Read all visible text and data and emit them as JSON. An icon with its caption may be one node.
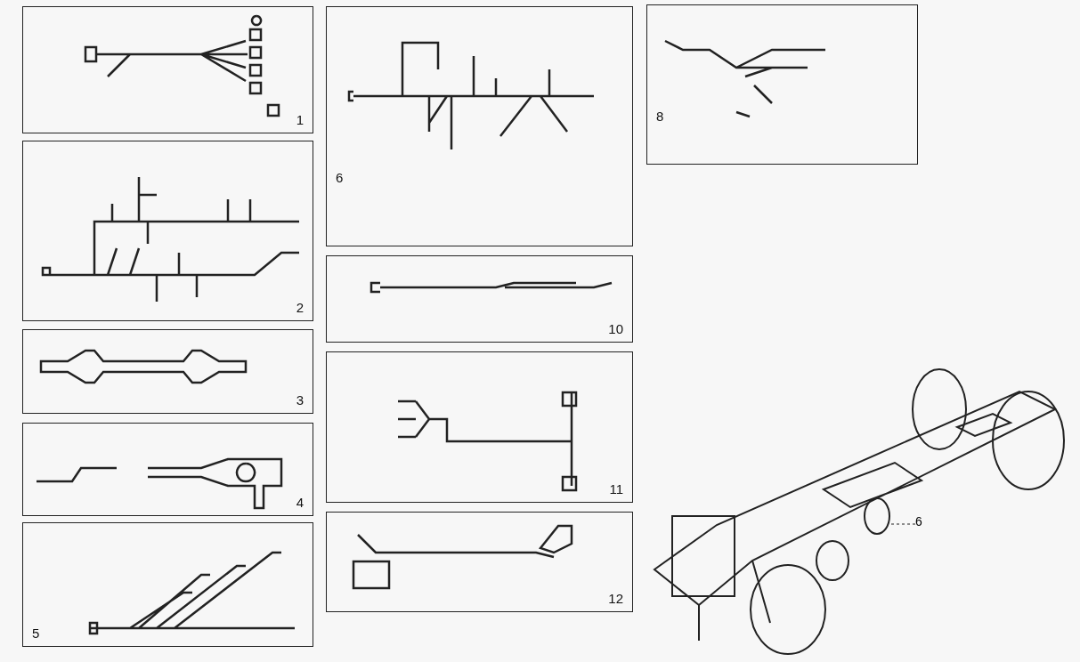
{
  "diagram": {
    "nodes": [
      {
        "text": [
          "1"
        ]
      },
      {
        "text": [
          "2"
        ]
      },
      {
        "text": [
          "3"
        ]
      },
      {
        "text": [
          "4"
        ]
      },
      {
        "text": [
          "5"
        ]
      },
      {
        "text": [
          "6"
        ]
      },
      {
        "text": [
          "8"
        ]
      },
      {
        "text": [
          "10"
        ]
      },
      {
        "text": [
          "11"
        ]
      },
      {
        "text": [
          "12"
        ]
      },
      {
        "text": [],
        "shape": "picture"
      },
      {
        "text": [
          "6"
        ],
        "in": 10
      }
    ],
    "edges": [
      {
        "from": 11,
        "to": 10,
        "arrow": "none"
      }
    ]
  }
}
